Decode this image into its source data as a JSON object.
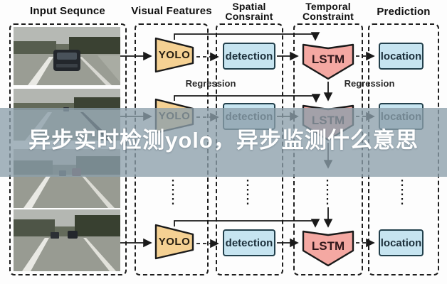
{
  "diagram": {
    "columns": [
      {
        "label": "Input Sequnce"
      },
      {
        "label": "Visual Features"
      },
      {
        "label_line1": "Spatial",
        "label_line2": "Consraint"
      },
      {
        "label_line1": "Temporal",
        "label_line2": "Constraint"
      },
      {
        "label": "Prediction"
      }
    ],
    "nodes": {
      "yolo": "YOLO",
      "detection": "detection",
      "lstm": "LSTM",
      "location": "location"
    },
    "regression_label": "Regression"
  },
  "overlay": {
    "text": "异步实时检测yolo，异步监测什么意思"
  },
  "colors": {
    "page_bg": "#fdfdfd",
    "yolo_fill": "#f5d193",
    "detection_fill": "#c6e4f0",
    "location_fill": "#c6e4f0",
    "lstm_fill": "#f4a8a2",
    "box_stroke": "#22404c",
    "node_text": "#1c2f3a",
    "line_color": "#1a1a1a",
    "overlay_bg": "rgba(140,159,171,0.78)",
    "overlay_text": "#ffffff"
  }
}
